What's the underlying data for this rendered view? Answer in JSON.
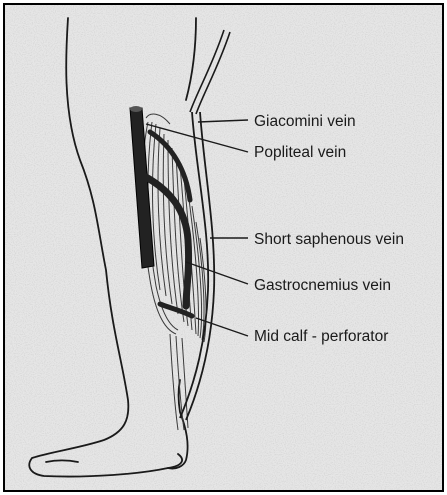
{
  "labels": {
    "giacomini": "Giacomini vein",
    "popliteal": "Popliteal vein",
    "short_saphenous": "Short saphenous vein",
    "gastrocnemius": "Gastrocnemius vein",
    "mid_calf_perforator": "Mid calf - perforator"
  },
  "colors": {
    "background": "#e6e6e6",
    "border": "#000000",
    "ink": "#1a1a1a",
    "vein_fill": "#222222"
  }
}
